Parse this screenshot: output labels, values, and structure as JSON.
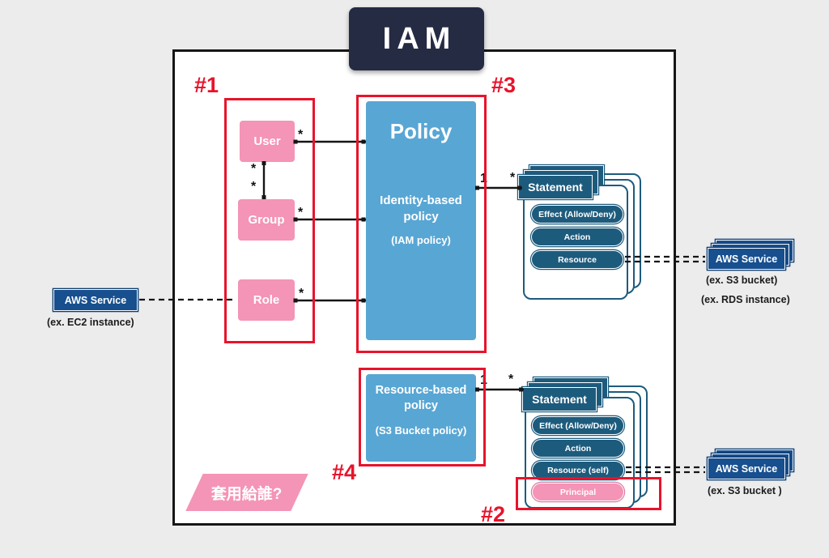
{
  "colors": {
    "bg": "#ececec",
    "navy": "#262b44",
    "pink": "#f494b6",
    "blue": "#58a6d4",
    "steel": "#1d5b7d",
    "aws-blue": "#174f8f",
    "red": "#e8132b",
    "caption": "#1b1b1b"
  },
  "title": {
    "text": "IAM"
  },
  "annotations": {
    "one": "#1",
    "two": "#2",
    "three": "#3",
    "four": "#4"
  },
  "entities": {
    "user": {
      "label": "User"
    },
    "group": {
      "label": "Group"
    },
    "role": {
      "label": "Role"
    }
  },
  "identity_policy": {
    "title": "Policy",
    "subtitle": "Identity-based policy",
    "note": "(IAM policy)"
  },
  "resource_policy": {
    "title": "Resource-based policy",
    "note": "(S3 Bucket policy)"
  },
  "statement_identity": {
    "header": "Statement",
    "pills": [
      "Effect (Allow/Deny)",
      "Action",
      "Resource"
    ]
  },
  "statement_resource": {
    "header": "Statement",
    "pills": [
      "Effect (Allow/Deny)",
      "Action",
      "Resource (self)",
      "Principal"
    ]
  },
  "aws_left": {
    "label": "AWS Service",
    "caption": "(ex. EC2 instance)"
  },
  "aws_right_top": {
    "label": "AWS Service",
    "caption1": "(ex. S3 bucket)",
    "caption2": "(ex. RDS instance)"
  },
  "aws_right_bottom": {
    "label": "AWS Service",
    "caption": "(ex. S3 bucket )"
  },
  "question": {
    "text": "套用給誰?"
  },
  "multiplicity": {
    "many": "*",
    "one": "1"
  }
}
